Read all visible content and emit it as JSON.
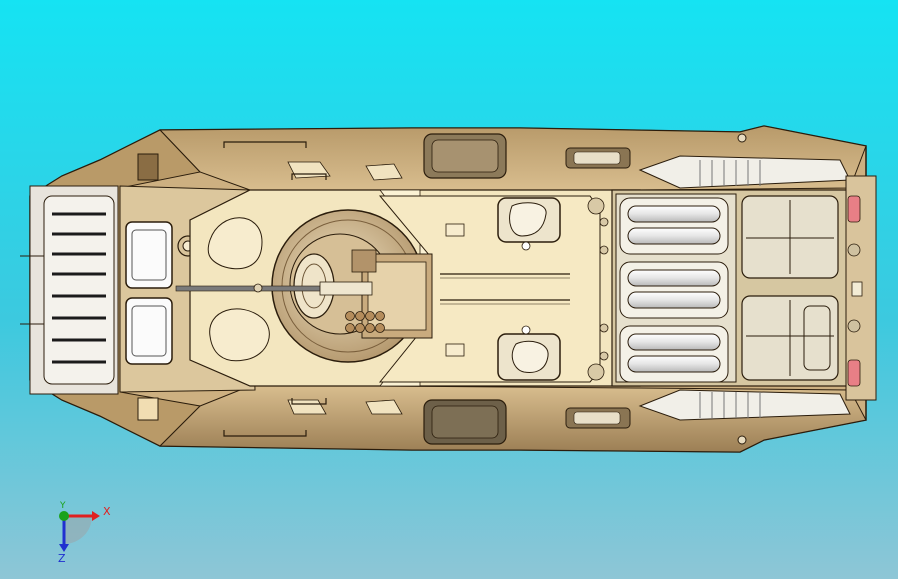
{
  "viewport": {
    "background_top": "#15e3f3",
    "background_bottom": "#8ec6d6"
  },
  "model": {
    "hull_color": "#c9a878",
    "hull_dark": "#8e7046",
    "deck_color": "#f3e6bf",
    "turret_color": "#c7ad83",
    "bay_color": "#e6e0cd",
    "outline_color": "#2b1d0c"
  },
  "triad": {
    "x_label": "X",
    "y_label": "Y",
    "z_label": "Z",
    "x_color": "#e02020",
    "y_color": "#1aa21a",
    "z_color": "#2030d0"
  }
}
